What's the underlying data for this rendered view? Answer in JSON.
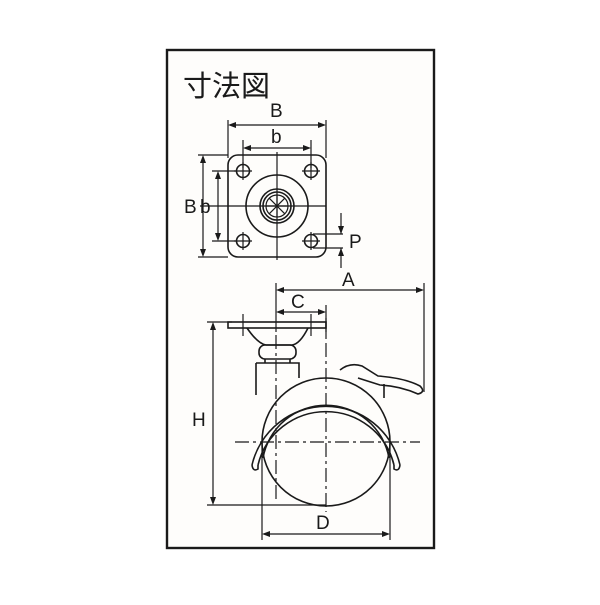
{
  "title": "寸法図",
  "labels": {
    "B_top": "B",
    "b_top": "b",
    "B_side": "B",
    "b_side": "b",
    "P": "P",
    "A": "A",
    "C": "C",
    "H": "H",
    "D": "D"
  },
  "colors": {
    "line": "#1a1a1a",
    "background": "#ffffff",
    "frame_fill": "#fefdfb"
  }
}
